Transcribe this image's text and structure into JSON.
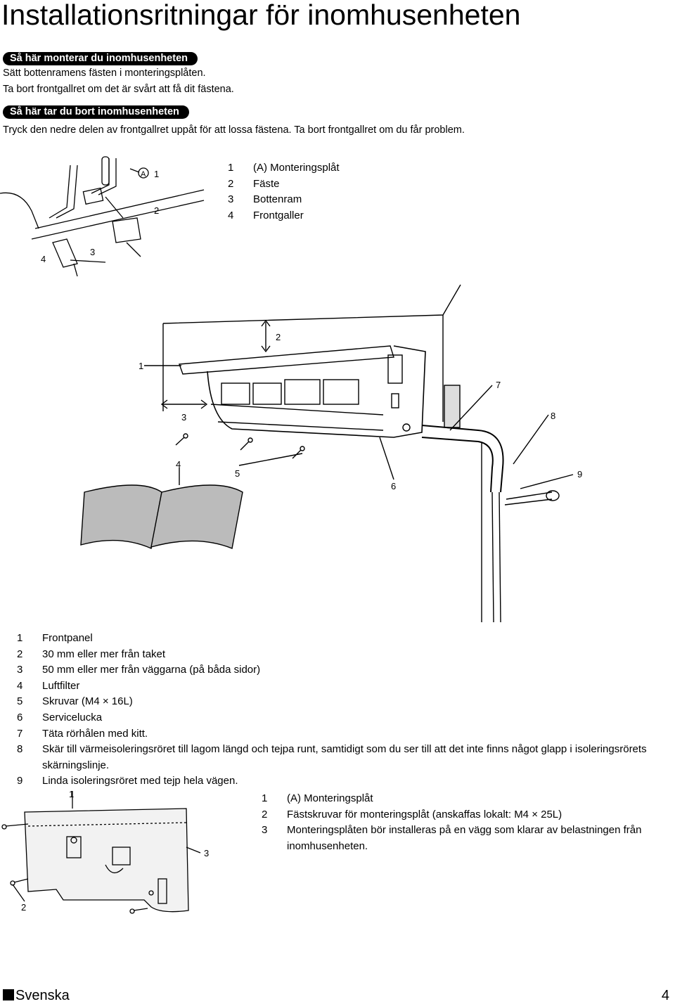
{
  "page": {
    "title": "Installationsritningar för inomhusenheten",
    "page_number": "4",
    "language": "Svenska"
  },
  "sections": [
    {
      "heading": "Så här monterar du inomhusenheten",
      "lines": [
        "Sätt bottenramens fästen i monteringsplåten.",
        "Ta bort frontgallret om det är svårt att få dit fästena."
      ]
    },
    {
      "heading": "Så här tar du bort inomhusenheten",
      "lines": [
        "Tryck den nedre delen av frontgallret uppåt för att lossa fästena. Ta bort frontgallret om du får problem."
      ]
    }
  ],
  "figure1": {
    "callouts": {
      "a": "A",
      "n1": "1",
      "n2": "2",
      "n3": "3",
      "n4": "4"
    },
    "legend": [
      {
        "num": "1",
        "text": "(A) Monteringsplåt"
      },
      {
        "num": "2",
        "text": "Fäste"
      },
      {
        "num": "3",
        "text": "Bottenram"
      },
      {
        "num": "4",
        "text": "Frontgaller"
      }
    ]
  },
  "figure2": {
    "callouts": {
      "n1": "1",
      "n2": "2",
      "n3": "3",
      "n4": "4",
      "n5": "5",
      "n6": "6",
      "n7": "7",
      "n8": "8",
      "n9": "9"
    },
    "legend": [
      {
        "num": "1",
        "text": "Frontpanel"
      },
      {
        "num": "2",
        "text": "30 mm eller mer från taket"
      },
      {
        "num": "3",
        "text": "50 mm eller mer från väggarna (på båda sidor)"
      },
      {
        "num": "4",
        "text": "Luftfilter"
      },
      {
        "num": "5",
        "text": "Skruvar (M4 × 16L)"
      },
      {
        "num": "6",
        "text": "Servicelucka"
      },
      {
        "num": "7",
        "text": "Täta rörhålen med kitt."
      },
      {
        "num": "8",
        "text": "Skär till värmeisoleringsröret till lagom längd och tejpa runt, samtidigt som du ser till att det inte finns något glapp i isoleringsrörets skärningslinje."
      },
      {
        "num": "9",
        "text": "Linda isoleringsröret med tejp hela vägen."
      }
    ]
  },
  "figure3": {
    "callouts": {
      "n1": "1",
      "n2": "2",
      "n3": "3"
    },
    "legend": [
      {
        "num": "1",
        "text": "(A) Monteringsplåt"
      },
      {
        "num": "2",
        "text": "Fästskruvar för monteringsplåt (anskaffas lokalt: M4 × 25L)"
      },
      {
        "num": "3",
        "text": "Monteringsplåten bör installeras på en vägg som klarar av belastningen från inomhusenheten."
      }
    ]
  }
}
